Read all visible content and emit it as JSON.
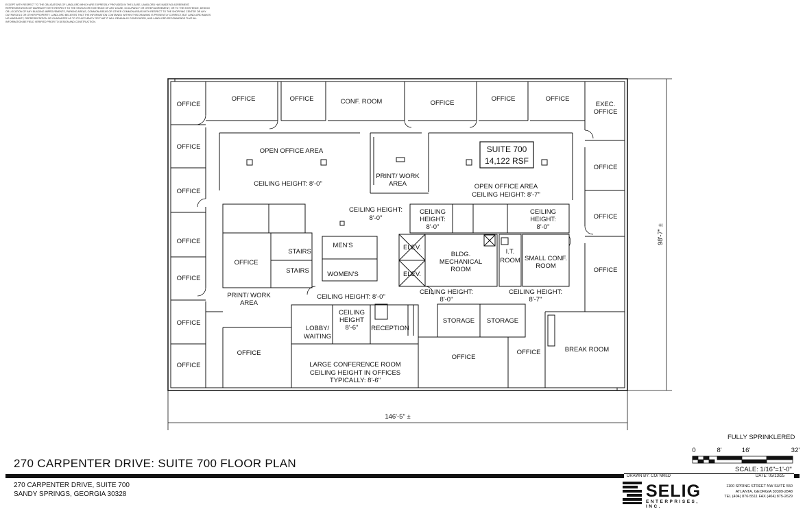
{
  "disclaimer": "EXCEPT WITH RESPECT TO THE OBLIGATIONS OF LANDLORD WHICH ARE EXPRESSLY PROVIDED IN THE LEASE, LANDLORD HAS MADE NO AGREEMENT, REPRESENTATION OR WARRANTY WITH RESPECT TO THE STATUS OR EXISTENCE OF ANY LEASE, OCCUPANCY OR OTHER AGREEMENT, OR TO THE EXISTENCE, DESIGN OR LOCATION OF ANY BUILDING IMPROVEMENTS, PARKING AREAS, COMMON AREAS OR OTHER COMMON AREAS WITH RESPECT TO THE SHOPPING CENTER OR ANY OUTPARCELS OR OTHER PROPERTY. LANDLORD BELIEVES THAT THE INFORMATION CONTAINED WITHIN THIS DRAWING IS PRESENTLY CORRECT, BUT LANDLORD MAKES NO WARRANTY, REPRESENTATION OR GUARANTEE AS TO ITS ACCURACY OR THAT IT WILL REMAIN AS CONFIGURED, AND LANDLORD RECOMMENDS THAT ALL INFORMATION BE FIELD VERIFIED PRIOR TO DESIGN AND CONSTRUCTION.",
  "plan": {
    "suite_label": "SUITE 700",
    "suite_area": "14,122 RSF",
    "width_dim": "146'-5\" ±",
    "height_dim": "98'-7\" ±",
    "rooms": {
      "office": "OFFICE",
      "conf_room": "CONF. ROOM",
      "exec1": "EXEC.",
      "exec2": "OFFICE",
      "open_office": "OPEN OFFICE AREA",
      "ceiling_8_0": "CEILING HEIGHT: 8'-0\"",
      "ceiling_8_7": "CEILING HEIGHT: 8'-7\"",
      "print1": "PRINT/ WORK",
      "print2": "AREA",
      "ceiling_label": "CEILING HEIGHT:",
      "ceiling_short": "CEILING",
      "height_colon": "HEIGHT:",
      "val_8_0": "8'-0\"",
      "val_8_7": "8'-7\"",
      "val_8_6": "8'-6\"",
      "height_word": "HEIGHT",
      "mens": "MEN'S",
      "womens": "WOMEN'S",
      "stairs": "STAIRS",
      "elev": "ELEV.",
      "bldg1": "BLDG.",
      "bldg2": "MECHANICAL",
      "bldg3": "ROOM",
      "it1": "I.T.",
      "it2": "ROOM",
      "small1": "SMALL CONF.",
      "small2": "ROOM",
      "storage": "STORAGE",
      "lobby1": "LOBBY/",
      "lobby2": "WAITING",
      "reception": "RECEPTION",
      "large1": "LARGE CONFERENCE ROOM",
      "large2": "CEILING HEIGHT IN OFFICES",
      "large3": "TYPICALLY: 8'-6\"",
      "break_room": "BREAK ROOM",
      "ch_8_0_full": "CEILING HEIGHT: 8'-0\""
    }
  },
  "title": "270 CARPENTER DRIVE: SUITE 700 FLOOR PLAN",
  "address_line1": "270 CARPENTER DRIVE, SUITE 700",
  "address_line2": "SANDY SPRINGS, GEORGIA  30328",
  "fully_sprinklered": "FULLY SPRINKLERED",
  "scale_ticks": [
    "0",
    "8'",
    "16'",
    "32'"
  ],
  "scale_text": "SCALE: 1/16\"=1'-0\"",
  "drawn_by": "DRAWN BY: CO/ NMcD",
  "date": "DATE: 05/13/25",
  "logo": {
    "name": "SELIG",
    "sub": "ENTERPRISES, INC."
  },
  "contact": {
    "line1": "1100 SPRING STREET NW SUITE 550",
    "line2": "ATLANTA, GEORGIA 30309-2848",
    "line3": "TEL (404) 876-5511 FAX (404) 875-2629"
  }
}
